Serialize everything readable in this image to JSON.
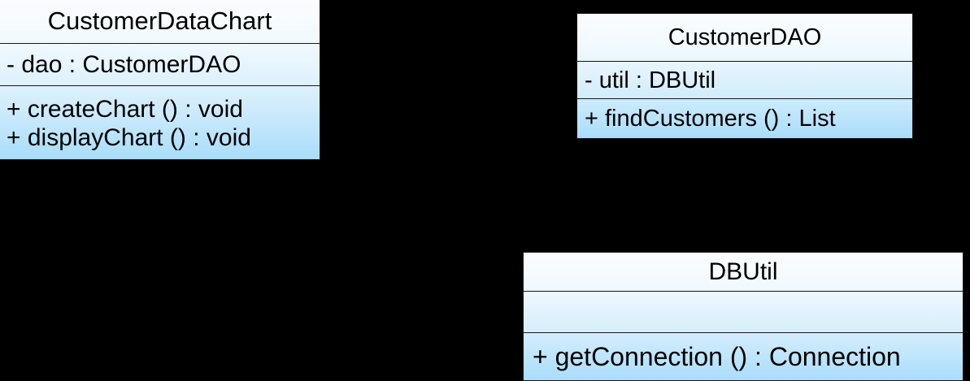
{
  "diagram": {
    "type": "uml-class-diagram",
    "background_color": "#000000",
    "box_fill_top": "#fbfdff",
    "box_fill_bottom": "#a9ddfb",
    "border_color": "#151515",
    "text_color": "#000000",
    "classes": [
      {
        "id": "customerdatachart",
        "name": "CustomerDataChart",
        "attributes": [
          "-  dao  :  CustomerDAO"
        ],
        "operations": [
          "+   createChart ()   :  void",
          "+   displayChart ()  :  void"
        ]
      },
      {
        "id": "customerdao",
        "name": "CustomerDAO",
        "attributes": [
          "-  util  :  DBUtil"
        ],
        "operations": [
          "+  findCustomers ()  :  List"
        ]
      },
      {
        "id": "dbutil",
        "name": "DBUtil",
        "attributes": [],
        "operations": [
          "+  getConnection ()  :  Connection"
        ]
      }
    ]
  }
}
